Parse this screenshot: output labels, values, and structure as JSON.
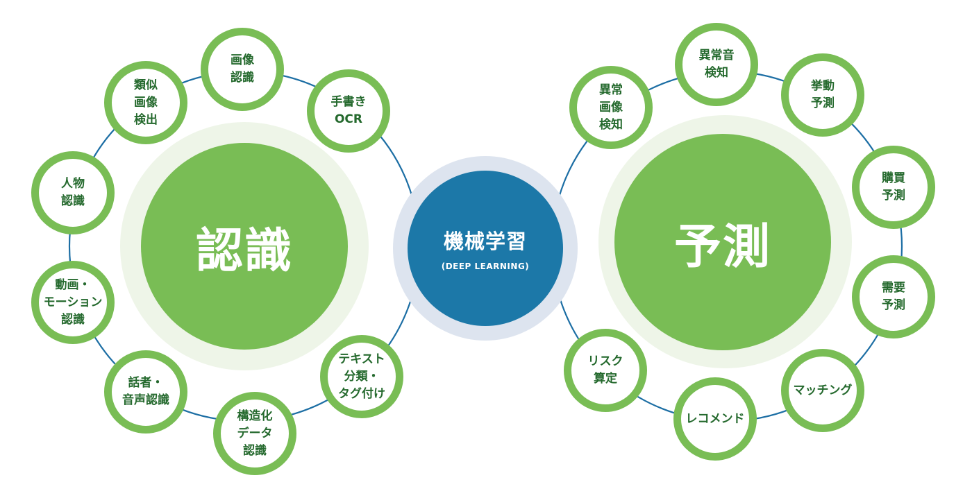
{
  "center": {
    "title": "機械学習",
    "subtitle": "(DEEP LEARNING)"
  },
  "left": {
    "title": "認識",
    "items": [
      "画像\n認識",
      "手書き\nOCR",
      "類似\n画像\n検出",
      "人物\n認識",
      "動画・\nモーション\n認識",
      "話者・\n音声認識",
      "構造化\nデータ\n認識",
      "テキスト\n分類・\nタグ付け"
    ]
  },
  "right": {
    "title": "予測",
    "items": [
      "異常音\n検知",
      "異常\n画像\n検知",
      "挙動\n予測",
      "購買\n予測",
      "需要\n予測",
      "マッチング",
      "レコメンド",
      "リスク\n算定"
    ]
  },
  "colors": {
    "green": "#79bd55",
    "green_halo": "#eef5e8",
    "dark_green_text": "#24692d",
    "blue": "#1c78a8",
    "blue_halo": "#dde4ef",
    "connector": "#1c6ea4"
  }
}
